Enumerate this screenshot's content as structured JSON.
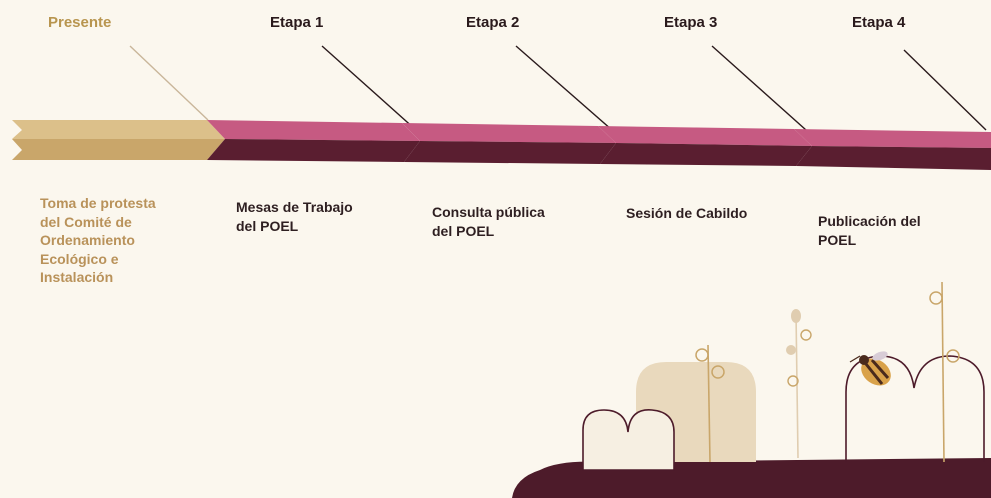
{
  "timeline": {
    "stages": [
      {
        "title": "Presente",
        "desc": [
          "Toma de protesta",
          "del Comité de",
          "Ordenamiento",
          "Ecológico e",
          "Instalación"
        ]
      },
      {
        "title": "Etapa 1",
        "desc": [
          "Mesas de Trabajo",
          "del POEL"
        ]
      },
      {
        "title": "Etapa 2",
        "desc": [
          "Consulta pública",
          "del POEL"
        ]
      },
      {
        "title": "Etapa 3",
        "desc": [
          "Sesión de Cabildo"
        ]
      },
      {
        "title": "Etapa 4",
        "desc": [
          "Publicación del",
          "POEL"
        ]
      }
    ]
  },
  "colors": {
    "gold": "#dcc08a",
    "gold_dark": "#c9a66a",
    "magenta_light": "#c65a82",
    "magenta_dark": "#5a1e30",
    "cream": "#fbf7ee"
  }
}
